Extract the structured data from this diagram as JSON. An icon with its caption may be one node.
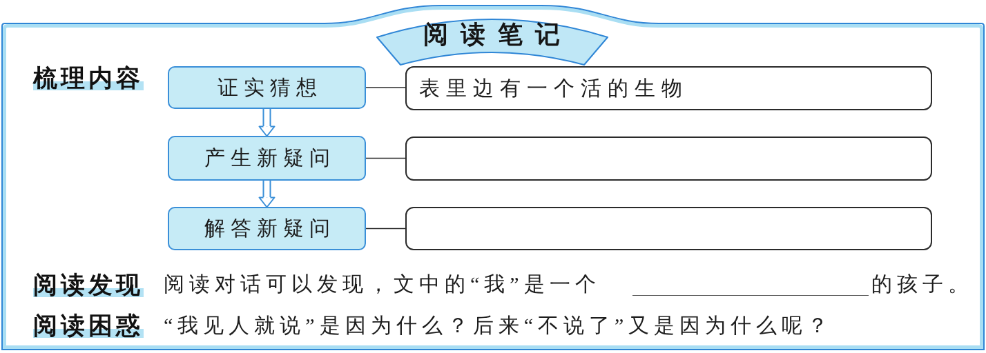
{
  "diagram": {
    "title": "阅读笔记",
    "nodes": [
      {
        "text": [
          "证实猜想"
        ]
      },
      {
        "text": [
          "表里边有一个活的生物"
        ]
      },
      {
        "text": [
          "产生新疑问"
        ]
      },
      {
        "text": [],
        "shape": "box"
      },
      {
        "text": [
          "解答新疑问"
        ]
      },
      {
        "text": [],
        "shape": "box"
      }
    ],
    "edges": [
      {
        "from": 0,
        "to": 1,
        "arrow": "none"
      },
      {
        "from": 0,
        "to": 2,
        "arrow": "to",
        "color": "#3a8fd8"
      },
      {
        "from": 2,
        "to": 3,
        "arrow": "none"
      },
      {
        "from": 2,
        "to": 4,
        "arrow": "to",
        "color": "#3a8fd8"
      },
      {
        "from": 4,
        "to": 5,
        "arrow": "none"
      }
    ],
    "labels": [
      "梳理内容",
      "阅读发现",
      "阅读对话可以发现，文中的“我”是一个",
      "的孩子。",
      "阅读困惑",
      "“我见人就说”是因为什么？后来“不说了”又是因为什么呢？"
    ]
  }
}
